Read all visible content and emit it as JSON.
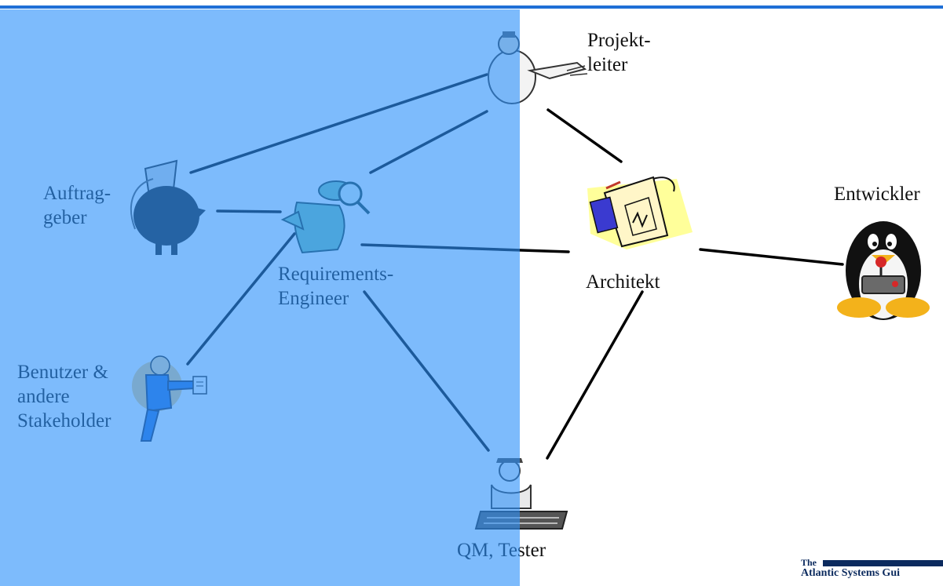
{
  "nodes": {
    "projektleiter": [
      "Projekt-",
      "leiter"
    ],
    "auftraggeber": [
      "Auftrag-",
      "geber"
    ],
    "requirements_engineer": [
      "Requirements-",
      "Engineer"
    ],
    "architekt": [
      "Architekt"
    ],
    "entwickler": [
      "Entwickler"
    ],
    "benutzer": [
      "Benutzer &",
      "andere",
      "Stakeholder"
    ],
    "tester": [
      "QM, Tester"
    ]
  },
  "footer": {
    "line1": "The",
    "line2": "Atlantic Systems Gui"
  },
  "colors": {
    "overlay": "#2d91fa",
    "topbar": "#1f6fd6",
    "connector": "#000000"
  },
  "icons": {
    "projektleiter": "presenter-icon",
    "auftraggeber": "client-icon",
    "requirements_engineer": "detective-icon",
    "architekt": "blueprint-icon",
    "entwickler": "penguin-icon",
    "benutzer": "user-icon",
    "tester": "tester-icon"
  }
}
